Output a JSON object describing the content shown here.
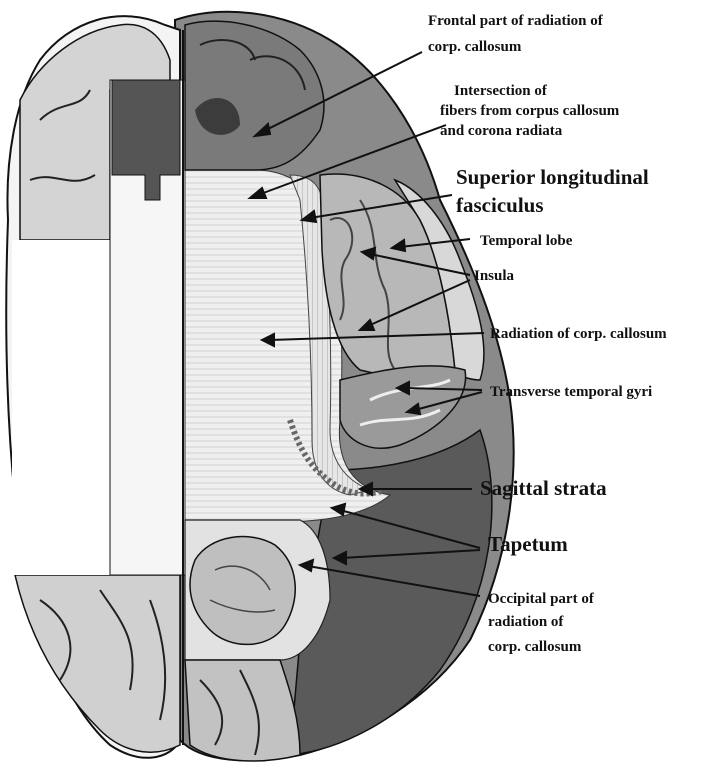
{
  "colors": {
    "ink": "#111111",
    "white_matter": "#ececec",
    "cortex_dark": "#5a5a5a",
    "cortex_mid": "#8a8a8a",
    "background": "#ffffff"
  },
  "labels": {
    "frontal_line1": "Frontal part of radiation of",
    "frontal_line2": "corp. callosum",
    "intersection_line1": "Intersection of",
    "intersection_line2": "fibers from corpus callosum",
    "intersection_line3": "and corona radiata",
    "slf_line1": "Superior longitudinal",
    "slf_line2": "fasciculus",
    "temporal_lobe": "Temporal lobe",
    "insula": "Insula",
    "radiation": "Radiation of corp. callosum",
    "transverse_gyri": "Transverse temporal gyri",
    "sagittal_strata": "Sagittal strata",
    "tapetum": "Tapetum",
    "occipital_line1": "Occipital part of",
    "occipital_line2": "radiation of",
    "occipital_line3": "corp. callosum"
  }
}
